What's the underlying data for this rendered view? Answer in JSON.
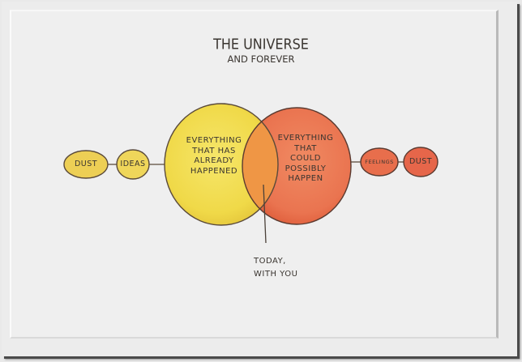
{
  "title": {
    "line1": "The Universe",
    "line2": "and Forever"
  },
  "venn": {
    "left_circle": {
      "label_lines": [
        "Everything",
        "that has",
        "already",
        "happened"
      ],
      "fill": "#f2dc4e",
      "fill_edge": "#e8c93a"
    },
    "right_circle": {
      "label_lines": [
        "Everything",
        "that",
        "could",
        "possibly",
        "happen"
      ],
      "fill": "#ec7a52",
      "fill_edge": "#e2603e"
    },
    "overlap": {
      "fill": "#ef9645"
    },
    "pointer_label_lines": [
      "Today,",
      "with you"
    ],
    "stroke": "#5a4a3a"
  },
  "chain_left": [
    {
      "label": "Dust",
      "fill": "#edcf55"
    },
    {
      "label": "Ideas",
      "fill": "#efd65a"
    }
  ],
  "chain_right": [
    {
      "label": "Feelings",
      "fill": "#e86e4c"
    },
    {
      "label": "Dust",
      "fill": "#e6664a"
    }
  ]
}
